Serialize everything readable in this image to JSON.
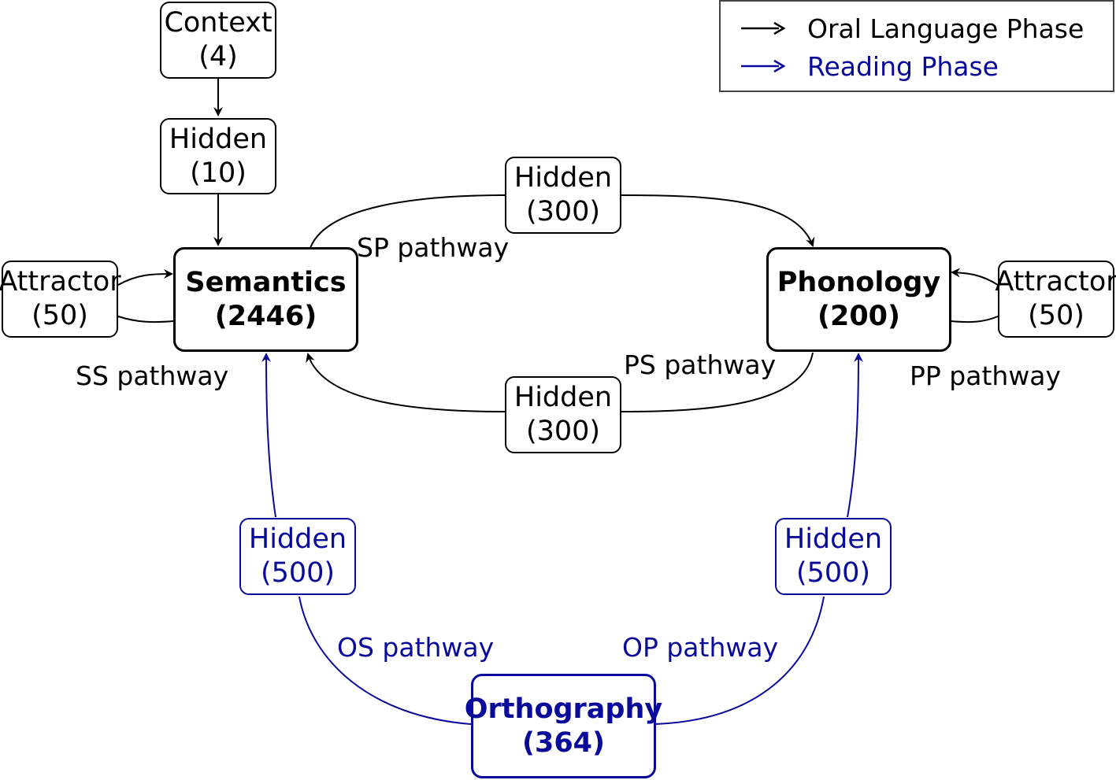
{
  "legend": {
    "oral": {
      "label": "Oral Language Phase",
      "color": "#000000"
    },
    "reading": {
      "label": "Reading Phase",
      "color": "#0a0a9a"
    }
  },
  "nodes": {
    "context": {
      "name": "Context",
      "size": "(4)"
    },
    "hidden_context": {
      "name": "Hidden",
      "size": "(10)"
    },
    "semantics": {
      "name": "Semantics",
      "size": "(2446)"
    },
    "phonology": {
      "name": "Phonology",
      "size": "(200)"
    },
    "orthography": {
      "name": "Orthography",
      "size": "(364)"
    },
    "attractor_sem": {
      "name": "Attractor",
      "size": "(50)"
    },
    "attractor_phon": {
      "name": "Attractor",
      "size": "(50)"
    },
    "hidden_sp": {
      "name": "Hidden",
      "size": "(300)"
    },
    "hidden_ps": {
      "name": "Hidden",
      "size": "(300)"
    },
    "hidden_os": {
      "name": "Hidden",
      "size": "(500)"
    },
    "hidden_op": {
      "name": "Hidden",
      "size": "(500)"
    }
  },
  "pathways": {
    "sp": "SP pathway",
    "ps": "PS pathway",
    "ss": "SS pathway",
    "pp": "PP pathway",
    "os": "OS pathway",
    "op": "OP pathway"
  }
}
